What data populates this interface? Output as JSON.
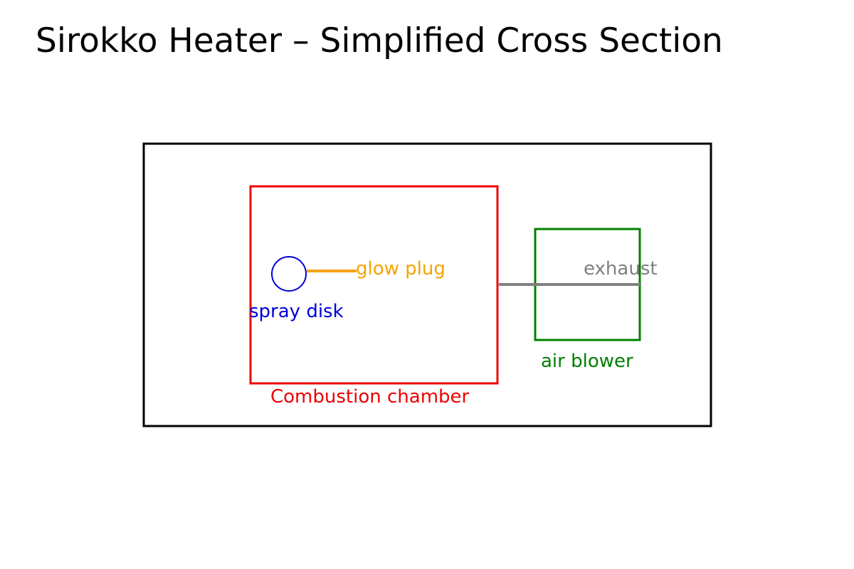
{
  "title": "Sirokko Heater – Simplified Cross Section",
  "components": {
    "housing": {
      "color": "#000000"
    },
    "combustion_chamber": {
      "label": "Combustion chamber",
      "color": "#ee0000"
    },
    "spray_disk": {
      "label": "spray disk",
      "color": "#0000dd"
    },
    "glow_plug": {
      "label": "glow plug",
      "color": "#f5a300"
    },
    "air_blower": {
      "label": "air blower",
      "color": "#008000"
    },
    "exhaust": {
      "label": "exhaust",
      "color": "#808080"
    }
  }
}
